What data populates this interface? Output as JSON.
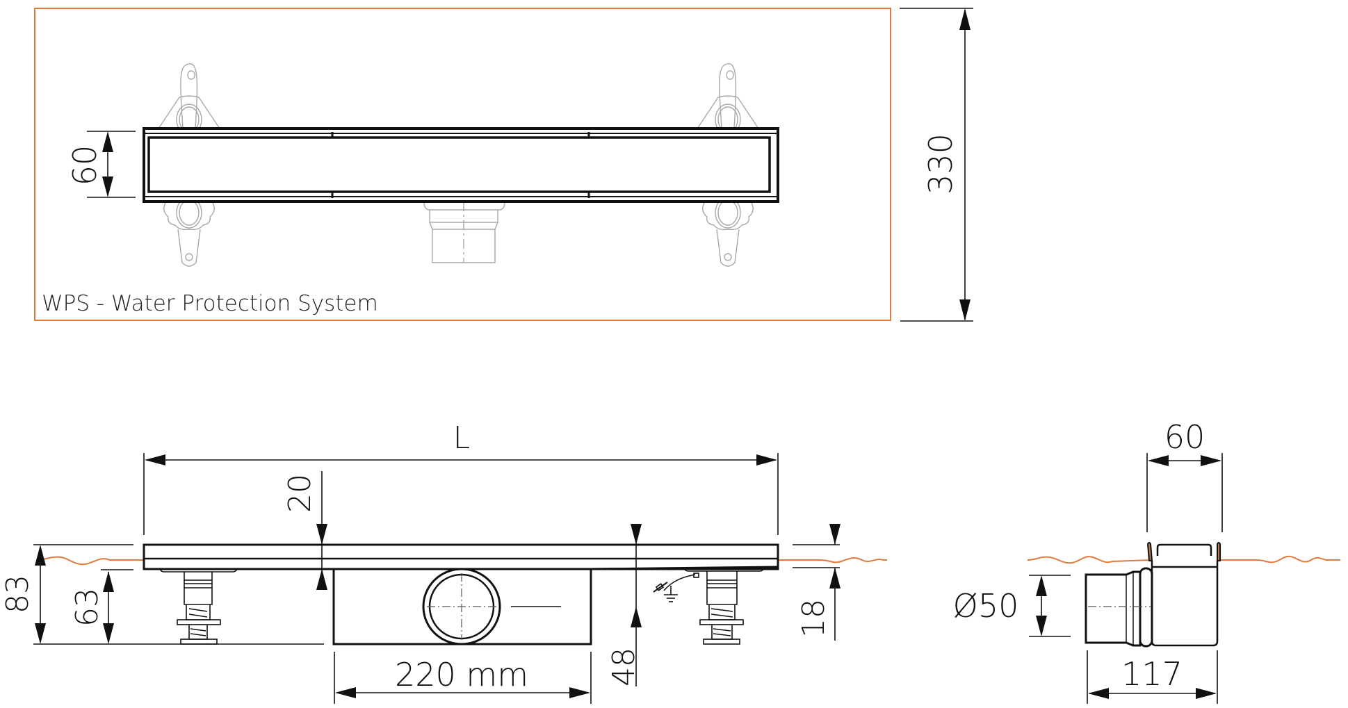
{
  "colors": {
    "line": "#111111",
    "accent_frame": "#e07a3c",
    "floor_line": "#e07a3c",
    "ghost_parts": "#a8a8a8",
    "background": "#ffffff"
  },
  "top_view": {
    "caption": "WPS - Water Protection System",
    "dim_grate_width": "60",
    "dim_total_width": "330"
  },
  "side_view": {
    "dim_length": "L",
    "dim_grate_thickness": "20",
    "dim_total_height": "83",
    "dim_foot_height": "63",
    "dim_outlet_center": "48",
    "dim_outlet_section": "220 mm",
    "dim_right_height": "18"
  },
  "end_view": {
    "dim_top_width": "60",
    "dim_pipe_diameter": "Ø50",
    "dim_body_length": "117"
  },
  "icons": {
    "ground_symbol": "ground-icon",
    "earth_clip": "earth-clip-icon"
  }
}
